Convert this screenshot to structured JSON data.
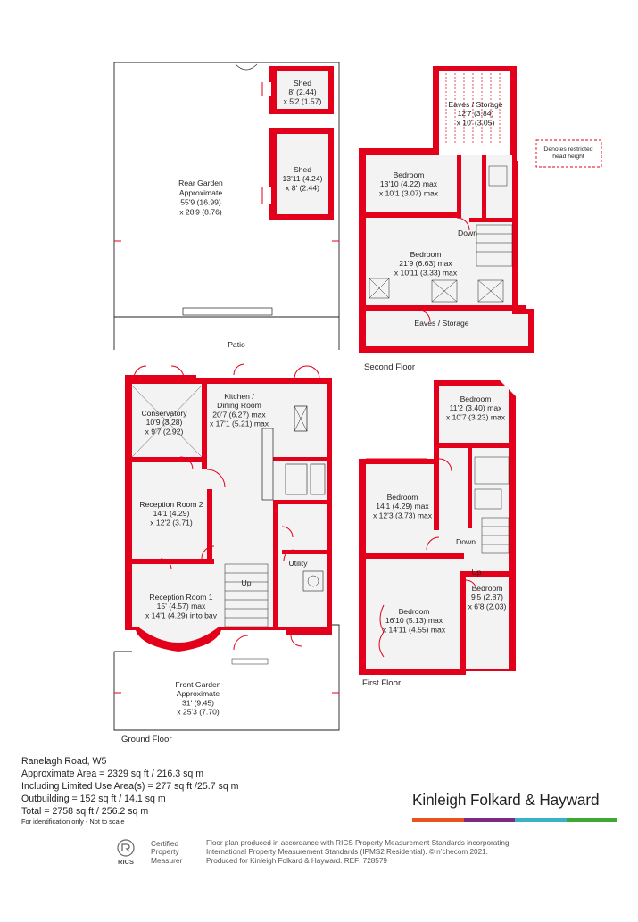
{
  "floors": {
    "ground": "Ground Floor",
    "first": "First Floor",
    "second": "Second Floor"
  },
  "rooms": {
    "rear_garden": [
      "Rear Garden",
      "Approximate",
      "55'9 (16.99)",
      "x 28'9 (8.76)"
    ],
    "shed1": [
      "Shed",
      "8' (2.44)",
      "x 5'2 (1.57)"
    ],
    "shed2": [
      "Shed",
      "13'11 (4.24)",
      "x 8' (2.44)"
    ],
    "patio": [
      "Patio"
    ],
    "conservatory": [
      "Conservatory",
      "10'9 (3.28)",
      "x 9'7 (2.92)"
    ],
    "kitchen": [
      "Kitchen /",
      "Dining Room",
      "20'7 (6.27) max",
      "x 17'1 (5.21) max"
    ],
    "reception2": [
      "Reception Room 2",
      "14'1 (4.29)",
      "x 12'2 (3.71)"
    ],
    "utility": [
      "Utility"
    ],
    "up_ground": [
      "Up"
    ],
    "reception1": [
      "Reception Room 1",
      "15' (4.57) max",
      "x 14'1 (4.29) into bay"
    ],
    "front_garden": [
      "Front Garden",
      "Approximate",
      "31' (9.45)",
      "x 25'3 (7.70)"
    ],
    "eaves_top": [
      "Eaves / Storage",
      "12'7 (3.84)",
      "x 10' (3.05)"
    ],
    "sf_bed1": [
      "Bedroom",
      "13'10 (4.22) max",
      "x 10'1 (3.07) max"
    ],
    "sf_down": [
      "Down"
    ],
    "sf_bed2": [
      "Bedroom",
      "21'9 (6.63) max",
      "x 10'11 (3.33) max"
    ],
    "eaves_bottom": [
      "Eaves / Storage"
    ],
    "ff_bed_top": [
      "Bedroom",
      "11'2 (3.40) max",
      "x 10'7 (3.23) max"
    ],
    "ff_bed_left": [
      "Bedroom",
      "14'1 (4.29) max",
      "x 12'3 (3.73) max"
    ],
    "ff_down": [
      "Down"
    ],
    "ff_up": [
      "Up"
    ],
    "ff_bed_master": [
      "Bedroom",
      "16'10 (5.13) max",
      "x 14'11 (4.55) max"
    ],
    "ff_bed_small": [
      "Bedroom",
      "9'5 (2.87)",
      "x 6'8 (2.03)"
    ]
  },
  "legend": {
    "restricted": [
      "Denotes restricted",
      "head height"
    ]
  },
  "info": {
    "address": "Ranelagh Road, W5",
    "area": "Approximate Area = 2329 sq ft / 216.3 sq m",
    "limited": "Including Limited Use Area(s) = 277 sq ft /25.7 sq m",
    "outbuilding": "Outbuilding = 152 sq ft / 14.1 sq m",
    "total": "Total = 2758 sq ft / 256.2 sq m",
    "note": "For identification only - Not to scale"
  },
  "brand": {
    "name": "Kinleigh Folkard & Hayward",
    "bar_colors": [
      "#e9541e",
      "#7b2c82",
      "#39b1c6",
      "#40a935"
    ]
  },
  "rics": {
    "mark": "RICS",
    "cert_lines": [
      "Certified",
      "Property",
      "Measurer"
    ]
  },
  "disclaimer": {
    "lines": [
      "Floor plan produced in accordance with RICS Property Measurement Standards incorporating",
      "International Property Measurement Standards (IPMS2 Residential).  © n’checom 2021.",
      "Produced for Kinleigh Folkard & Hayward.   REF: 728579"
    ]
  },
  "colors": {
    "wall": "#e3001b",
    "floor": "#f3f3f3",
    "outline": "#231f20"
  }
}
